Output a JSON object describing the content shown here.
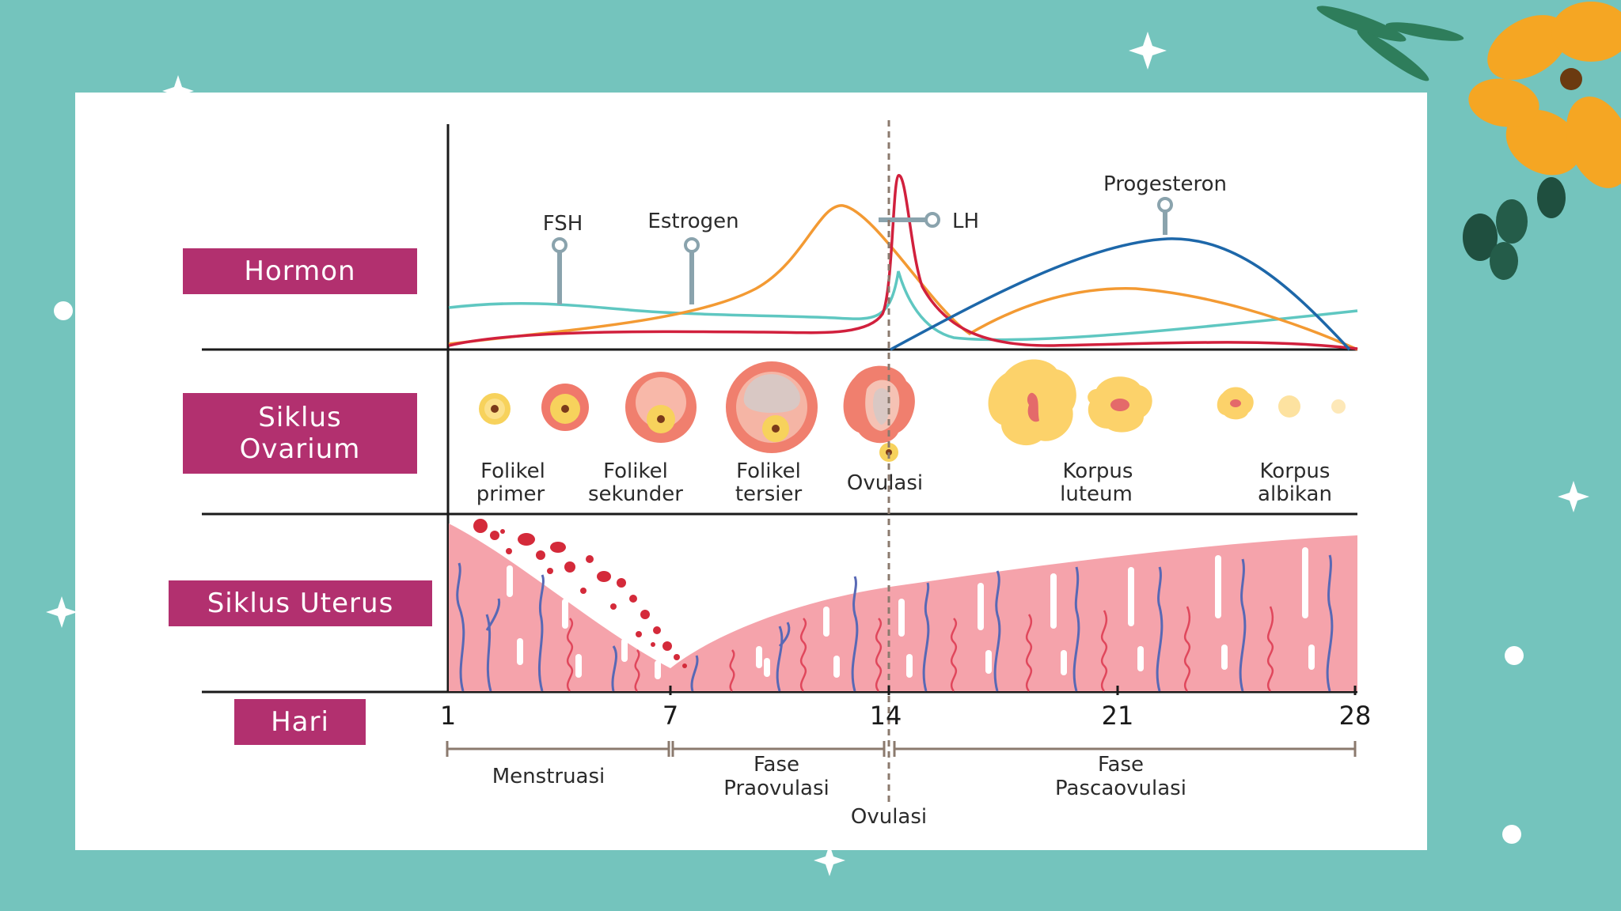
{
  "row_labels": {
    "hormon": "Hormon",
    "ovarium_1": "Siklus",
    "ovarium_2": "Ovarium",
    "uterus": "Siklus Uterus",
    "hari": "Hari"
  },
  "hormones": {
    "fsh": "FSH",
    "estrogen": "Estrogen",
    "lh": "LH",
    "progesteron": "Progesteron"
  },
  "ovary_stages": {
    "primer_1": "Folikel",
    "primer_2": "primer",
    "sekunder_1": "Folikel",
    "sekunder_2": "sekunder",
    "tersier_1": "Folikel",
    "tersier_2": "tersier",
    "ovulasi": "Ovulasi",
    "luteum_1": "Korpus",
    "luteum_2": "luteum",
    "albikan_1": "Korpus",
    "albikan_2": "albikan"
  },
  "days": [
    "1",
    "7",
    "14",
    "21",
    "28"
  ],
  "phases": {
    "menstruasi": "Menstruasi",
    "praovulasi_1": "Fase",
    "praovulasi_2": "Praovulasi",
    "pascaovulasi_1": "Fase",
    "pascaovulasi_2": "Pascaovulasi",
    "ovulasi": "Ovulasi"
  },
  "colors": {
    "background": "#74c4bd",
    "label_fill": "#b2306f",
    "fsh": "#5fc7c1",
    "estrogen": "#f39a33",
    "lh": "#d1203d",
    "progesteron": "#1d67a9",
    "endometrium": "#f5a3ab",
    "vessel": "#5868b5"
  }
}
